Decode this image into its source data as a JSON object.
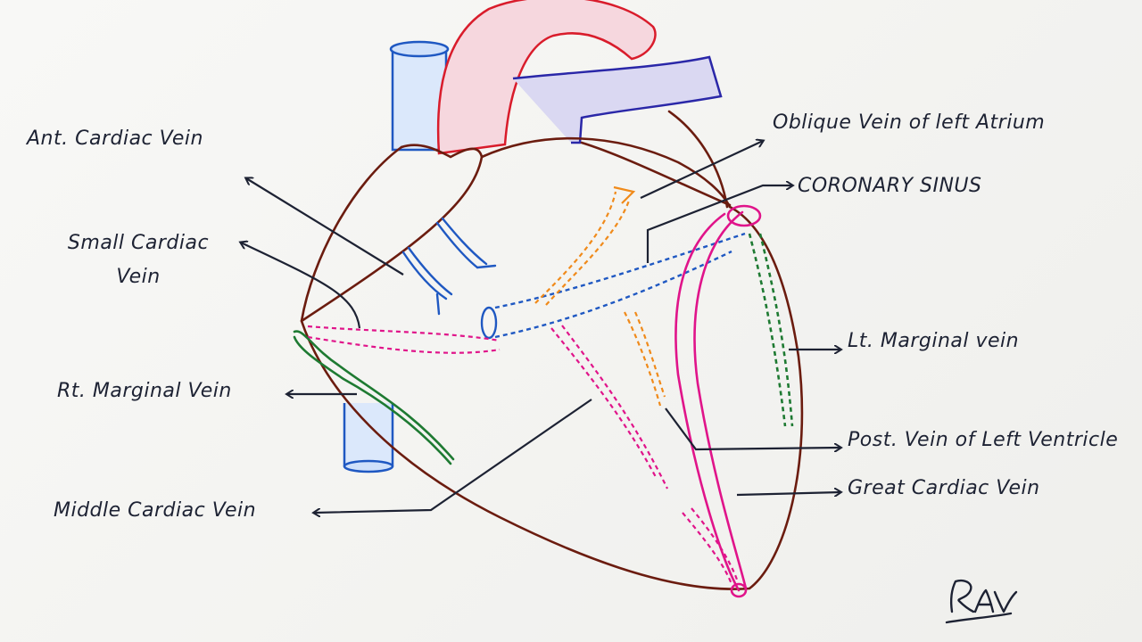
{
  "labels": {
    "ant_cardiac_vein": "Ant. Cardiac Vein",
    "small_cardiac_vein": "Small Cardiac Vein",
    "rt_marginal_vein": "Rt. Marginal Vein",
    "middle_cardiac_vein": "Middle Cardiac Vein",
    "oblique_vein": "Oblique Vein of left Atrium",
    "coronary_sinus": "CORONARY SINUS",
    "lt_marginal_vein": "Lt. Marginal vein",
    "post_vein_left_ventricle": "Post. Vein of Left Ventricle",
    "great_cardiac_vein": "Great Cardiac Vein"
  },
  "signature": "RAV",
  "colors": {
    "outline": "#6b1c0f",
    "aorta": "#d91c2b",
    "vena_cava": "#1f58c2",
    "pulmonary": "#2a27a8",
    "great_cardiac": "#e0148a",
    "marginal": "#1e7a32",
    "posterior": "#f08a1a",
    "ink": "#1d2233"
  },
  "icons": {
    "arrow": "arrow-icon"
  }
}
